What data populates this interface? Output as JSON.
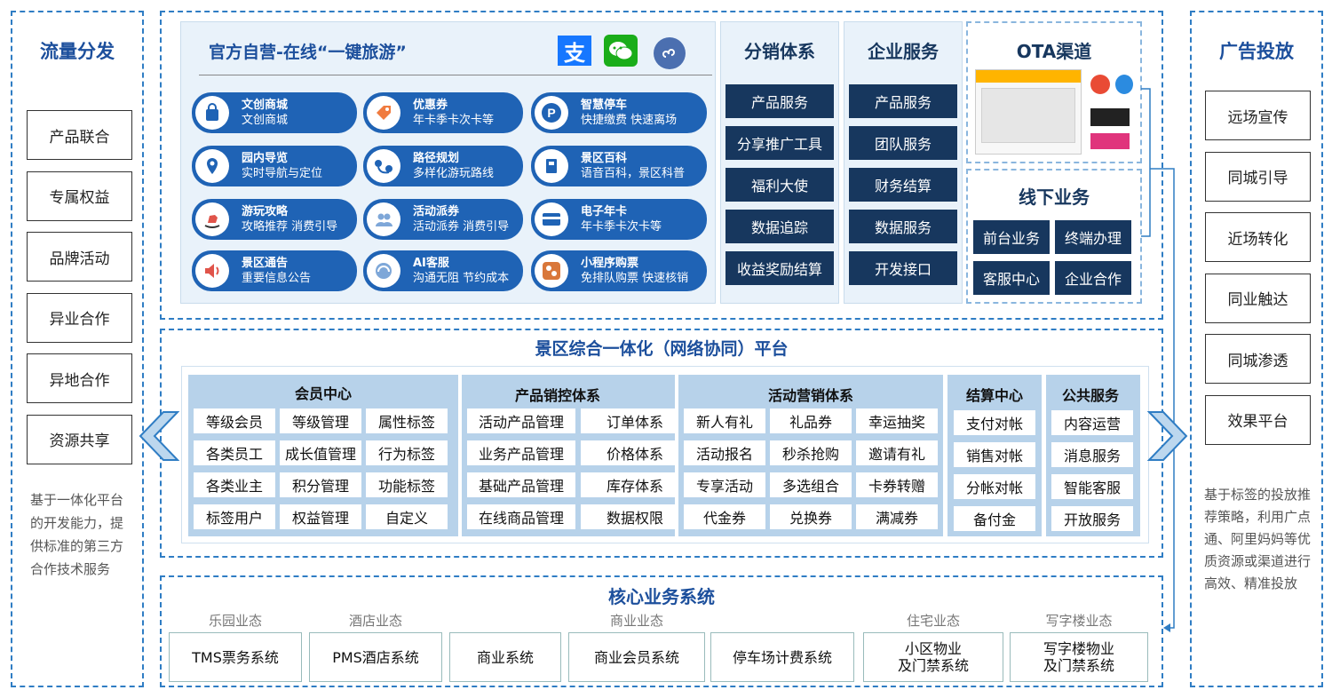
{
  "left": {
    "title": "流量分发",
    "items": [
      "产品联合",
      "专属权益",
      "品牌活动",
      "异业合作",
      "异地合作",
      "资源共享"
    ],
    "desc": "基于一体化平台的开发能力，提供标准的第三方合作技术服务"
  },
  "right": {
    "title": "广告投放",
    "items": [
      "远场宣传",
      "同城引导",
      "近场转化",
      "同业触达",
      "同城渗透",
      "效果平台"
    ],
    "desc": "基于标签的投放推荐策略，利用广点通、阿里妈妈等优质资源或渠道进行高效、精准投放"
  },
  "official": {
    "title": "官方自营-在线“一键旅游”",
    "features": [
      {
        "name": "文创商城",
        "desc": "文创商城",
        "icon": "bag-icon"
      },
      {
        "name": "优惠券",
        "desc": "年卡季卡次卡等",
        "icon": "coupon-icon"
      },
      {
        "name": "智慧停车",
        "desc": "快捷缴费 快速离场",
        "icon": "parking-icon"
      },
      {
        "name": "园内导览",
        "desc": "实时导航与定位",
        "icon": "location-icon"
      },
      {
        "name": "路径规划",
        "desc": "多样化游玩路线",
        "icon": "route-icon"
      },
      {
        "name": "景区百科",
        "desc": "语音百科，景区科普",
        "icon": "book-icon"
      },
      {
        "name": "游玩攻略",
        "desc": "攻略推荐 消费引导",
        "icon": "horse-icon"
      },
      {
        "name": "活动派券",
        "desc": "活动派券 消费引导",
        "icon": "people-icon"
      },
      {
        "name": "电子年卡",
        "desc": "年卡季卡次卡等",
        "icon": "card-icon"
      },
      {
        "name": "景区通告",
        "desc": "重要信息公告",
        "icon": "speaker-icon"
      },
      {
        "name": "AI客服",
        "desc": "沟通无阻 节约成本",
        "icon": "headset-icon"
      },
      {
        "name": "小程序购票",
        "desc": "免排队购票 快速核销",
        "icon": "miniapp-icon"
      }
    ]
  },
  "distribution": {
    "title": "分销体系",
    "items": [
      "产品服务",
      "分享推广工具",
      "福利大使",
      "数据追踪",
      "收益奖励结算"
    ]
  },
  "enterprise": {
    "title": "企业服务",
    "items": [
      "产品服务",
      "团队服务",
      "财务结算",
      "数据服务",
      "开发接口"
    ]
  },
  "ota": {
    "title": "OTA渠道"
  },
  "offline": {
    "title": "线下业务",
    "items": [
      "前台业务",
      "终端办理",
      "客服中心",
      "企业合作"
    ]
  },
  "platform": {
    "title": "景区综合一体化（网络协同）平台",
    "member": {
      "title": "会员中心",
      "items": [
        "等级会员",
        "等级管理",
        "属性标签",
        "各类员工",
        "成长值管理",
        "行为标签",
        "各类业主",
        "积分管理",
        "功能标签",
        "标签用户",
        "权益管理",
        "自定义"
      ]
    },
    "product": {
      "title": "产品销控体系",
      "items": [
        "活动产品管理",
        "订单体系",
        "业务产品管理",
        "价格体系",
        "基础产品管理",
        "库存体系",
        "在线商品管理",
        "数据权限"
      ]
    },
    "marketing": {
      "title": "活动营销体系",
      "items": [
        "新人有礼",
        "礼品券",
        "幸运抽奖",
        "活动报名",
        "秒杀抢购",
        "邀请有礼",
        "专享活动",
        "多选组合",
        "卡券转赠",
        "代金券",
        "兑换券",
        "满减券"
      ]
    },
    "settlement": {
      "title": "结算中心",
      "items": [
        "支付对帐",
        "销售对帐",
        "分帐对帐",
        "备付金"
      ]
    },
    "public": {
      "title": "公共服务",
      "items": [
        "内容运营",
        "消息服务",
        "智能客服",
        "开放服务"
      ]
    }
  },
  "core": {
    "title": "核心业务系统",
    "categories": [
      "乐园业态",
      "酒店业态",
      "商业业态",
      "住宅业态",
      "写字楼业态"
    ],
    "systems": [
      "TMS票务系统",
      "PMS酒店系统",
      "商业系统",
      "商业会员系统",
      "停车场计费系统",
      "小区物业\n及门禁系统",
      "写字楼物业\n及门禁系统"
    ]
  },
  "colors": {
    "accent": "#1f63b5",
    "navy": "#17375e",
    "title": "#1c4f9c",
    "dash": "#2f7dc4"
  }
}
